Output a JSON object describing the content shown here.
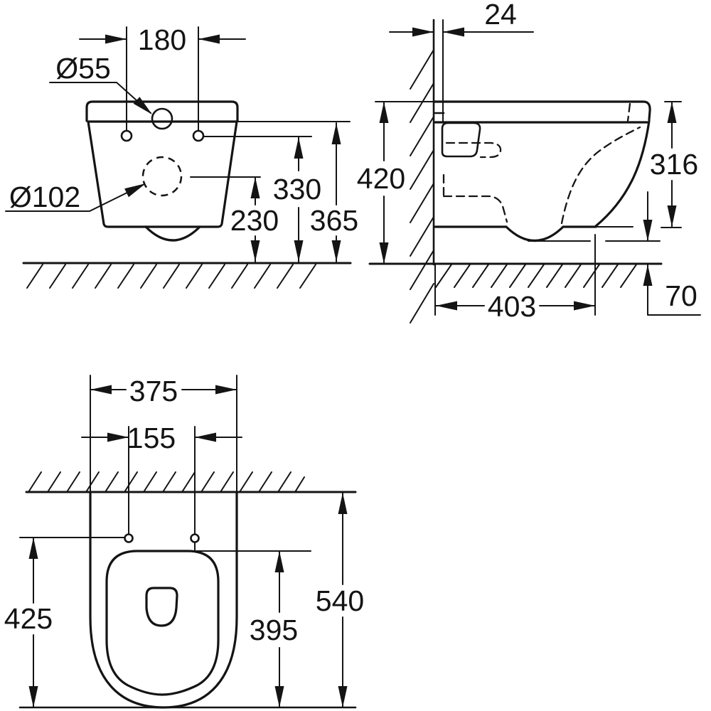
{
  "drawing": {
    "front_view": {
      "hole_pitch": "180",
      "inlet_diameter": "Ø55",
      "outlet_diameter": "Ø102",
      "hole_height": "330",
      "rim_height": "365",
      "outlet_height": "230"
    },
    "side_view": {
      "wall_offset": "24",
      "rim_height": "420",
      "body_height": "316",
      "depth": "403",
      "underside_clearance": "70"
    },
    "top_view": {
      "width": "375",
      "hole_spacing": "155",
      "bowl_side_length": "425",
      "seat_length": "395",
      "total_depth": "540"
    },
    "colors": {
      "line": "#141414",
      "background": "#ffffff"
    }
  }
}
